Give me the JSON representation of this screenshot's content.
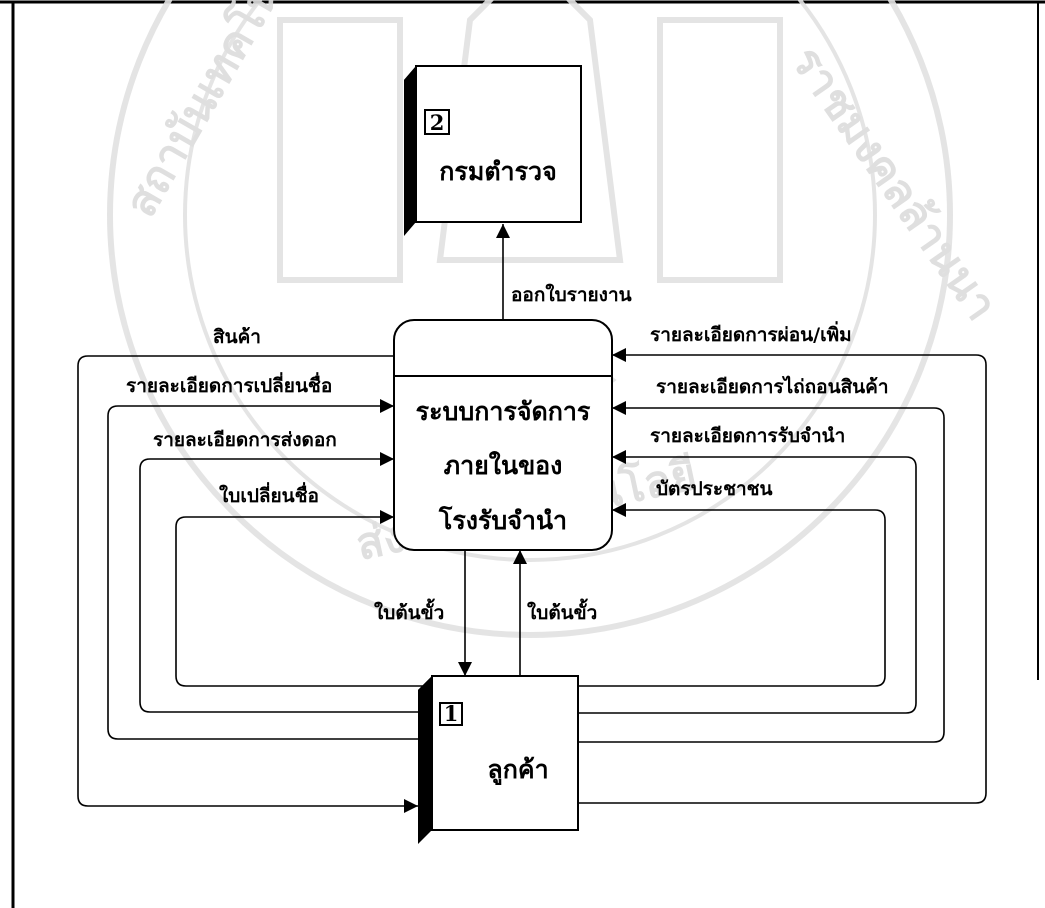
{
  "entities": {
    "police": {
      "number": "2",
      "name": "กรมตำรวจ"
    },
    "customer": {
      "number": "1",
      "name": "ลูกค้า"
    }
  },
  "process": {
    "lines": [
      "ระบบการจัดการ",
      "ภายในของ",
      "โรงรับจำนำ"
    ]
  },
  "flows": {
    "report": "ออกใบรายงาน",
    "goods": "สินค้า",
    "rename_details": "รายละเอียดการเปลี่ยนชื่อ",
    "interest_details": "รายละเอียดการส่งดอก",
    "rename_slip": "ใบเปลี่ยนชื่อ",
    "installment_details": "รายละเอียดการผ่อน/เพิ่ม",
    "redeem_details": "รายละเอียดการไถ่ถอนสินค้า",
    "pawn_details": "รายละเอียดการรับจำนำ",
    "id_card": "บัตรประชาชน",
    "ticket_out": "ใบต้นขั้ว",
    "ticket_in": "ใบต้นขั้ว"
  },
  "watermark": {
    "text_left": "สถาบันเทคโนโลยี",
    "text_right": "ราชมงคลล้านนา",
    "text_bottom": "ส่งเสริมเทคโนโลยี"
  }
}
